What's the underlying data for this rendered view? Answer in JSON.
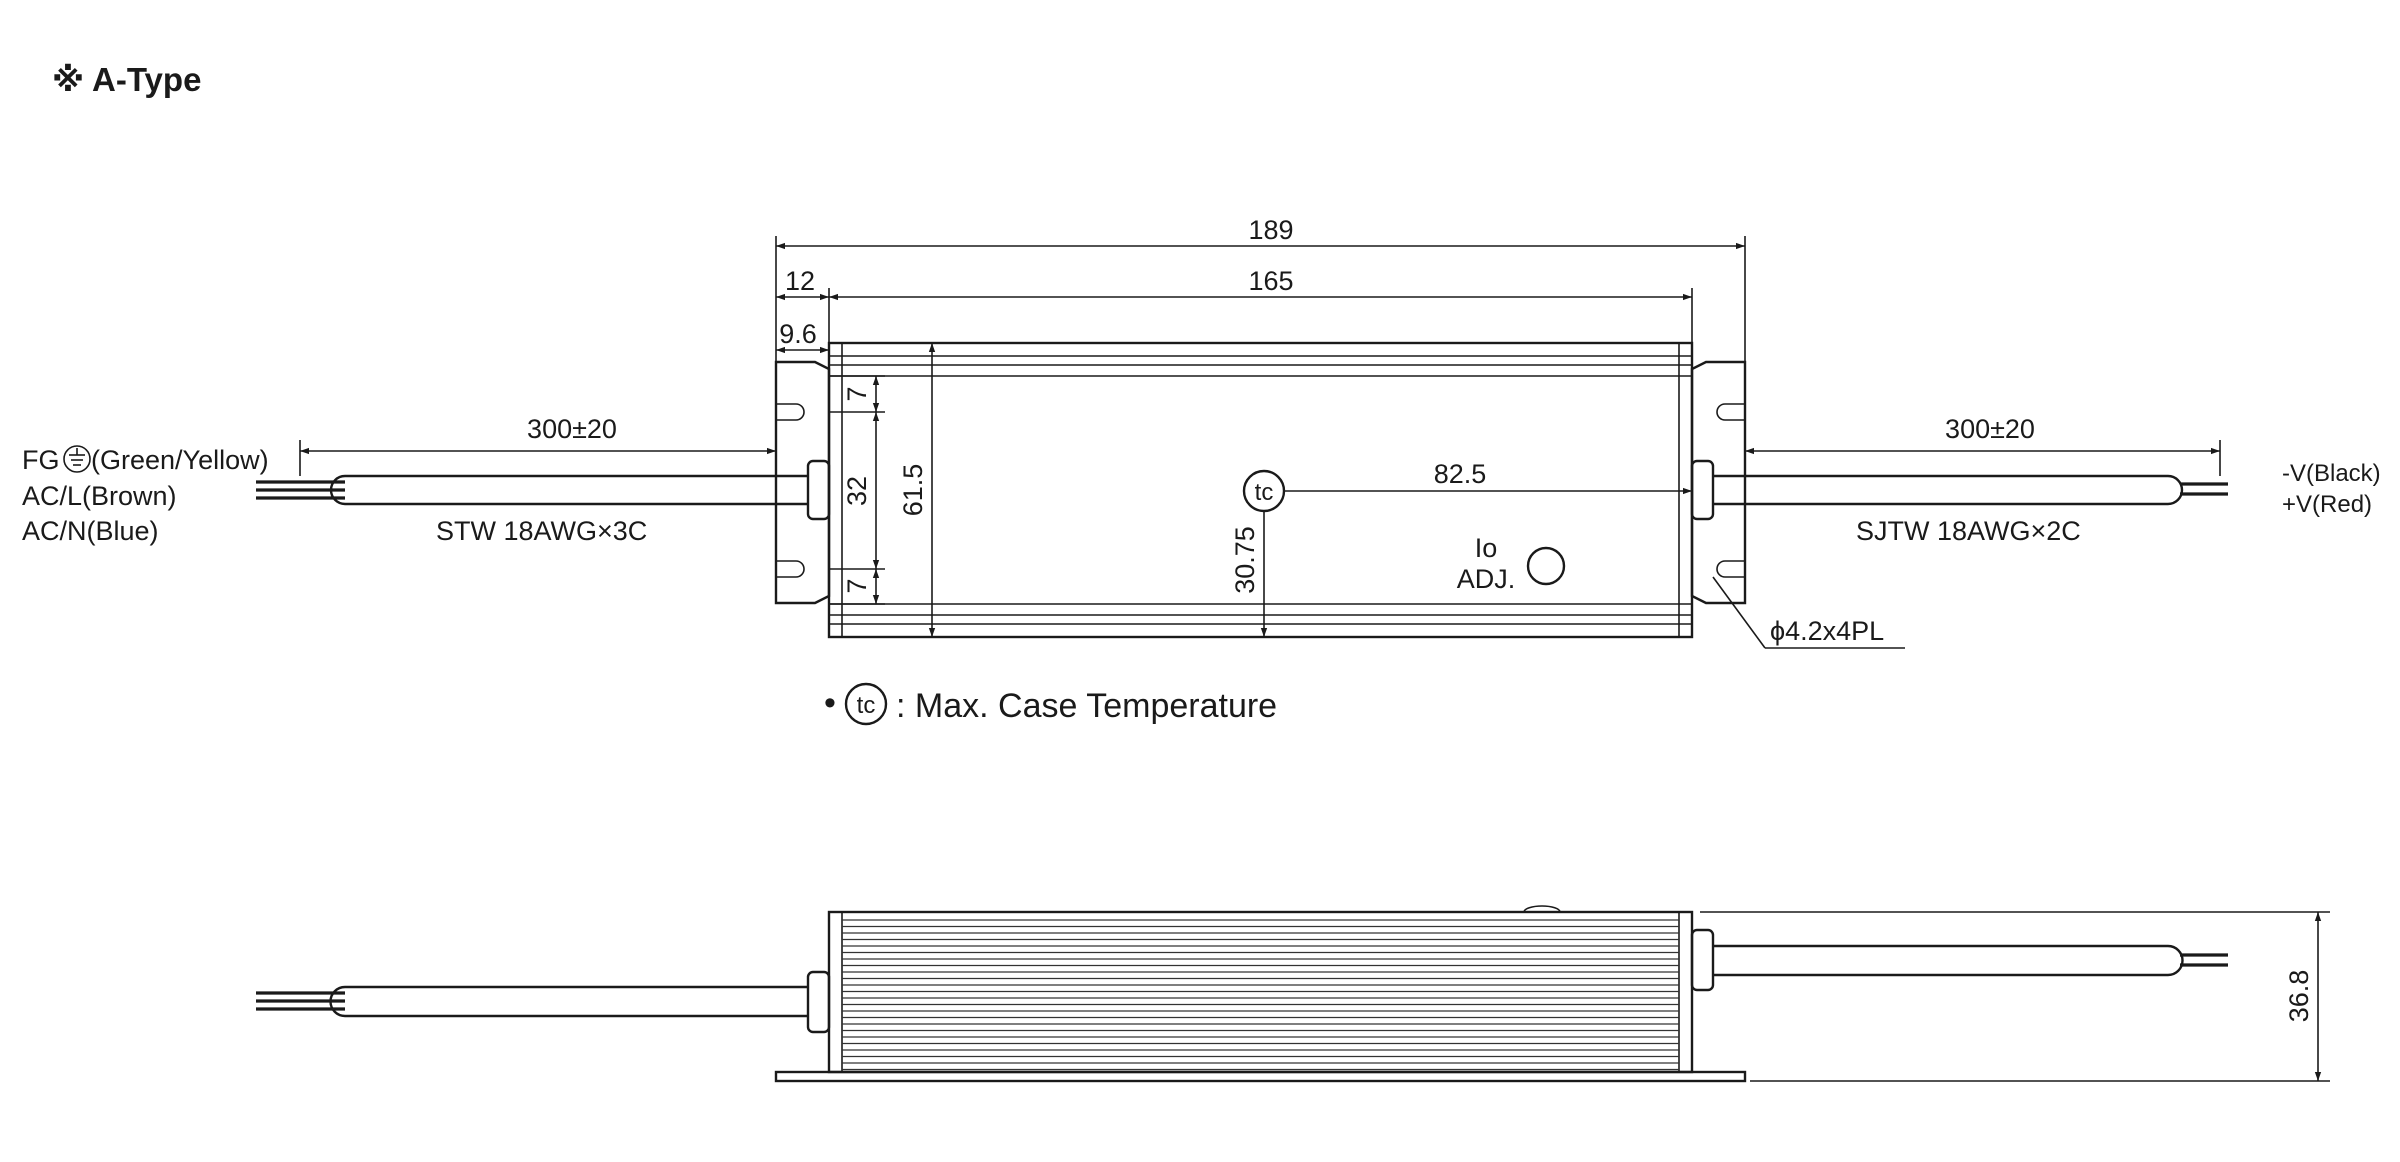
{
  "title": "※ A-Type",
  "dimensions": {
    "overall_length": "189",
    "body_length": "165",
    "flange": "12",
    "hole_offset": "9.6",
    "lead_length_left": "300±20",
    "lead_length_right": "300±20",
    "slot_spacing_top": "7",
    "slot_spacing_bottom": "7",
    "hole_pitch": "32",
    "body_width": "61.5",
    "tc_x": "82.5",
    "tc_y": "30.75",
    "height": "36.8"
  },
  "labels": {
    "fg": "FG",
    "fg_color": "(Green/Yellow)",
    "acl": "AC/L(Brown)",
    "acn": "AC/N(Blue)",
    "cable_in": "STW 18AWG×3C",
    "cable_out": "SJTW 18AWG×2C",
    "vneg": "-V(Black)",
    "vpos": "+V(Red)",
    "io": "Io",
    "adj": "ADJ.",
    "hole": "ϕ4.2x4PL",
    "tc_symbol": "tc",
    "legend_bullet": "•",
    "legend_text": ": Max. Case Temperature"
  }
}
